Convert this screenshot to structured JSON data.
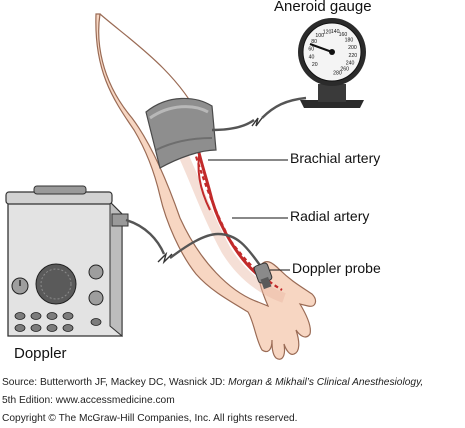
{
  "labels": {
    "aneroid_gauge": "Aneroid gauge",
    "brachial_artery": "Brachial artery",
    "radial_artery": "Radial artery",
    "doppler_probe": "Doppler probe",
    "doppler": "Doppler"
  },
  "gauge_ticks": [
    "20",
    "40",
    "60",
    "80",
    "100",
    "120",
    "140",
    "160",
    "180",
    "200",
    "220",
    "240",
    "260",
    "280"
  ],
  "caption": {
    "source_prefix": "Source: Butterworth JF, Mackey DC, Wasnick JD: ",
    "source_title": "Morgan & Mikhail’s Clinical Anesthesiology,",
    "source_edition": "5th Edition: www.accessmedicine.com",
    "copyright": "Copyright © The McGraw-Hill Companies, Inc. All rights reserved."
  },
  "colors": {
    "skin": "#f7d6c2",
    "skin_outline": "#9a6b55",
    "cuff": "#8e8e8e",
    "artery": "#c22a2a",
    "device_body": "#e3e3e3"
  }
}
